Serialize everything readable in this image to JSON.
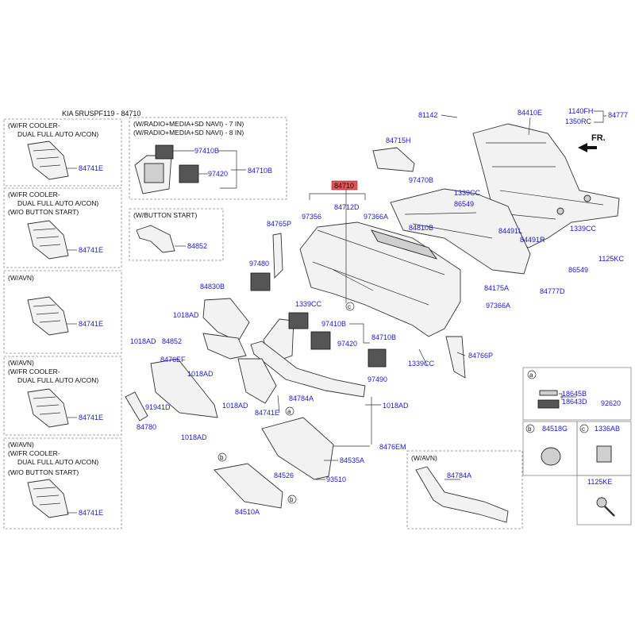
{
  "header": {
    "title": "KIA 5RUSPF119 - 84710"
  },
  "direction": {
    "label": "FR."
  },
  "variants": [
    {
      "lines": [
        "(W/FR COOLER-",
        "DUAL FULL AUTO A/CON)"
      ],
      "part": "84741E"
    },
    {
      "lines": [
        "(W/FR COOLER-",
        "DUAL FULL AUTO A/CON)",
        "(W/O BUTTON START)"
      ],
      "part": "84741E"
    },
    {
      "lines": [
        "(W/AVN)"
      ],
      "part": "84741E"
    },
    {
      "lines": [
        "(W/AVN)",
        "(W/FR COOLER-",
        "DUAL FULL AUTO A/CON)"
      ],
      "part": "84741E"
    },
    {
      "lines": [
        "(W/AVN)",
        "(W/FR COOLER-",
        "DUAL FULL AUTO A/CON)",
        "(W/O BUTTON START)"
      ],
      "part": "84741E"
    }
  ],
  "radio_box": {
    "lines": [
      "(W/RADIO+MEDIA+SD NAVI) - 7 IN)",
      "(W/RADIO+MEDIA+SD NAVI) - 8 IN)"
    ],
    "parts": [
      "97410B",
      "97420",
      "84710B"
    ]
  },
  "button_box": {
    "title": "(W/BUTTON START)",
    "part": "84852"
  },
  "avn_box": {
    "title": "(W/AVN)",
    "part": "84784A"
  },
  "highlight_part": "84710",
  "callout_letters": [
    "a",
    "b",
    "c"
  ],
  "legend": {
    "a": {
      "letter": "a",
      "parts": [
        "18645B",
        "18643D",
        "92620"
      ]
    },
    "b": {
      "letter": "b",
      "part": "84518G"
    },
    "c": {
      "letter": "c",
      "part": "1336AB"
    },
    "d": {
      "part": "1125KE"
    }
  },
  "labels": {
    "p81142": "81142",
    "p84410E": "84410E",
    "p1140FH": "1140FH",
    "p1350RC": "1350RC",
    "p84777": "84777",
    "p84715H": "84715H",
    "p97470B": "97470B",
    "p1339CC_a": "1339CC",
    "p86549_a": "86549",
    "p84491L": "84491L",
    "p1339CC_b": "1339CC",
    "p84491R": "84491R",
    "p1125KC": "1125KC",
    "p86549_b": "86549",
    "p84712D": "84712D",
    "p97356": "97356",
    "p97366A_a": "97366A",
    "p84765P": "84765P",
    "p84810B": "84810B",
    "p97480": "97480",
    "p84175A": "84175A",
    "p84777D": "84777D",
    "p1339CC_c": "1339CC",
    "p97366A_b": "97366A",
    "p84830B": "84830B",
    "p1018AD_a": "1018AD",
    "p84852": "84852",
    "p1018AD_b": "1018AD",
    "p97410B": "97410B",
    "p97420": "97420",
    "p84710B": "84710B",
    "p1339CC_d": "1339CC",
    "p84766P": "84766P",
    "p84476EF": "8476EF",
    "p1018AD_c": "1018AD",
    "p97490": "97490",
    "p91941D": "91941D",
    "p1018AD_d": "1018AD",
    "p84741E": "84741E",
    "p84784A": "84784A",
    "p1018AD_e": "1018AD",
    "p84780": "84780",
    "p1018AD_f": "1018AD",
    "p8476EM": "8476EM",
    "p84535A": "84535A",
    "p84526": "84526",
    "p93510": "93510",
    "p84510A": "84510A"
  }
}
